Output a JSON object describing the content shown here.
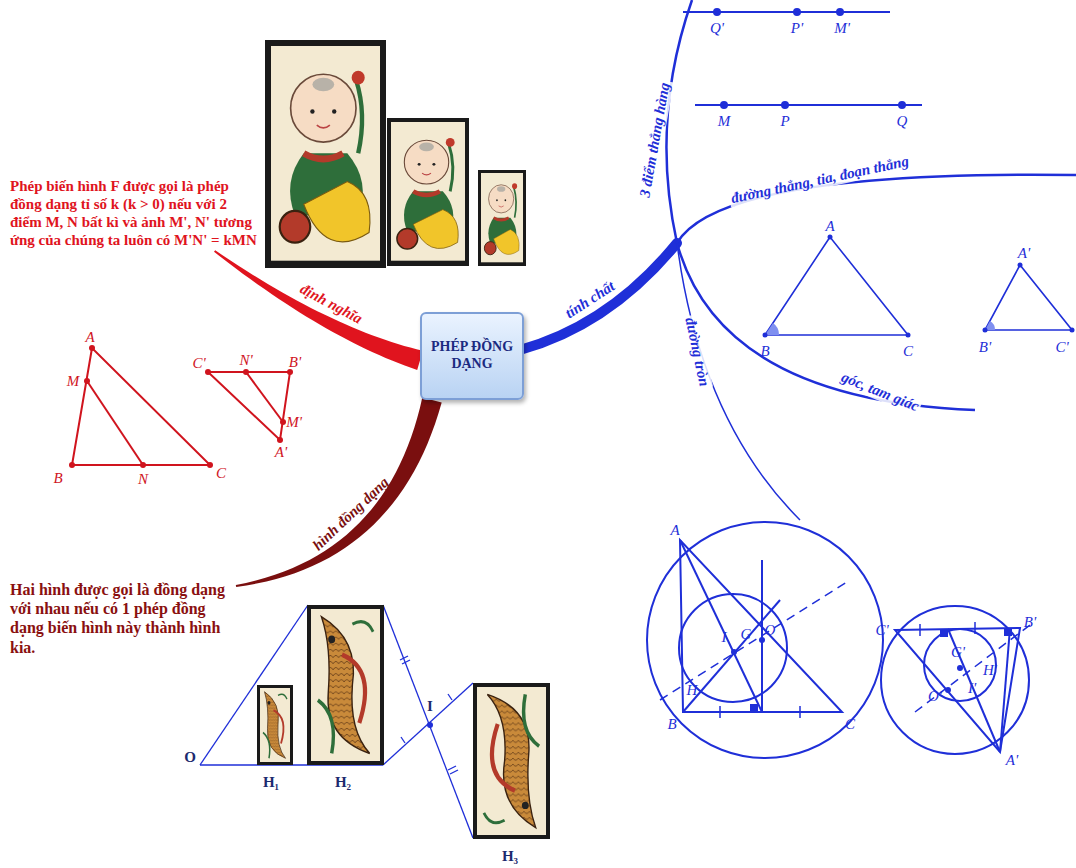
{
  "diagram": {
    "nodes": [
      {
        "text": [
          "PHÉP ĐỒNG DẠNG"
        ]
      },
      {
        "text": [
          "Phép biến hình F được gọi là phép đồng dạng tỉ số k (k > 0) nếu với 2 điểm M, N bất kì và ảnh M', N' tương ứng của chúng ta luôn có M'N' = kMN"
        ]
      },
      {
        "text": [
          "Hai hình được gọi là đồng dạng với nhau nếu có 1 phép đồng dạng biến hình này thành hình kia."
        ]
      }
    ],
    "edges": [
      {
        "from": 0,
        "to": 1,
        "arrow": "none",
        "label": "định nghĩa"
      },
      {
        "from": 0,
        "to": 2,
        "arrow": "none",
        "label": "hình đồng dạng"
      }
    ],
    "labels": [
      "tính chất",
      "3 điểm thẳng hàng",
      "đường thẳng, tia, đoạn thẳng",
      "góc, tam giác",
      "đường tròn",
      "Q'",
      "P'",
      "M'",
      "M",
      "P",
      "Q",
      "A",
      "B",
      "C",
      "A'",
      "B'",
      "C'",
      "A",
      "M",
      "B",
      "N",
      "C",
      "C'",
      "N'",
      "B'",
      "M'",
      "A'",
      "O",
      "H₁",
      "H₂",
      "I",
      "H₃",
      "A",
      "I",
      "G",
      "O",
      "H",
      "B",
      "C",
      "C'",
      "B'",
      "G'",
      "H'",
      "O'",
      "I'",
      "A'"
    ]
  }
}
